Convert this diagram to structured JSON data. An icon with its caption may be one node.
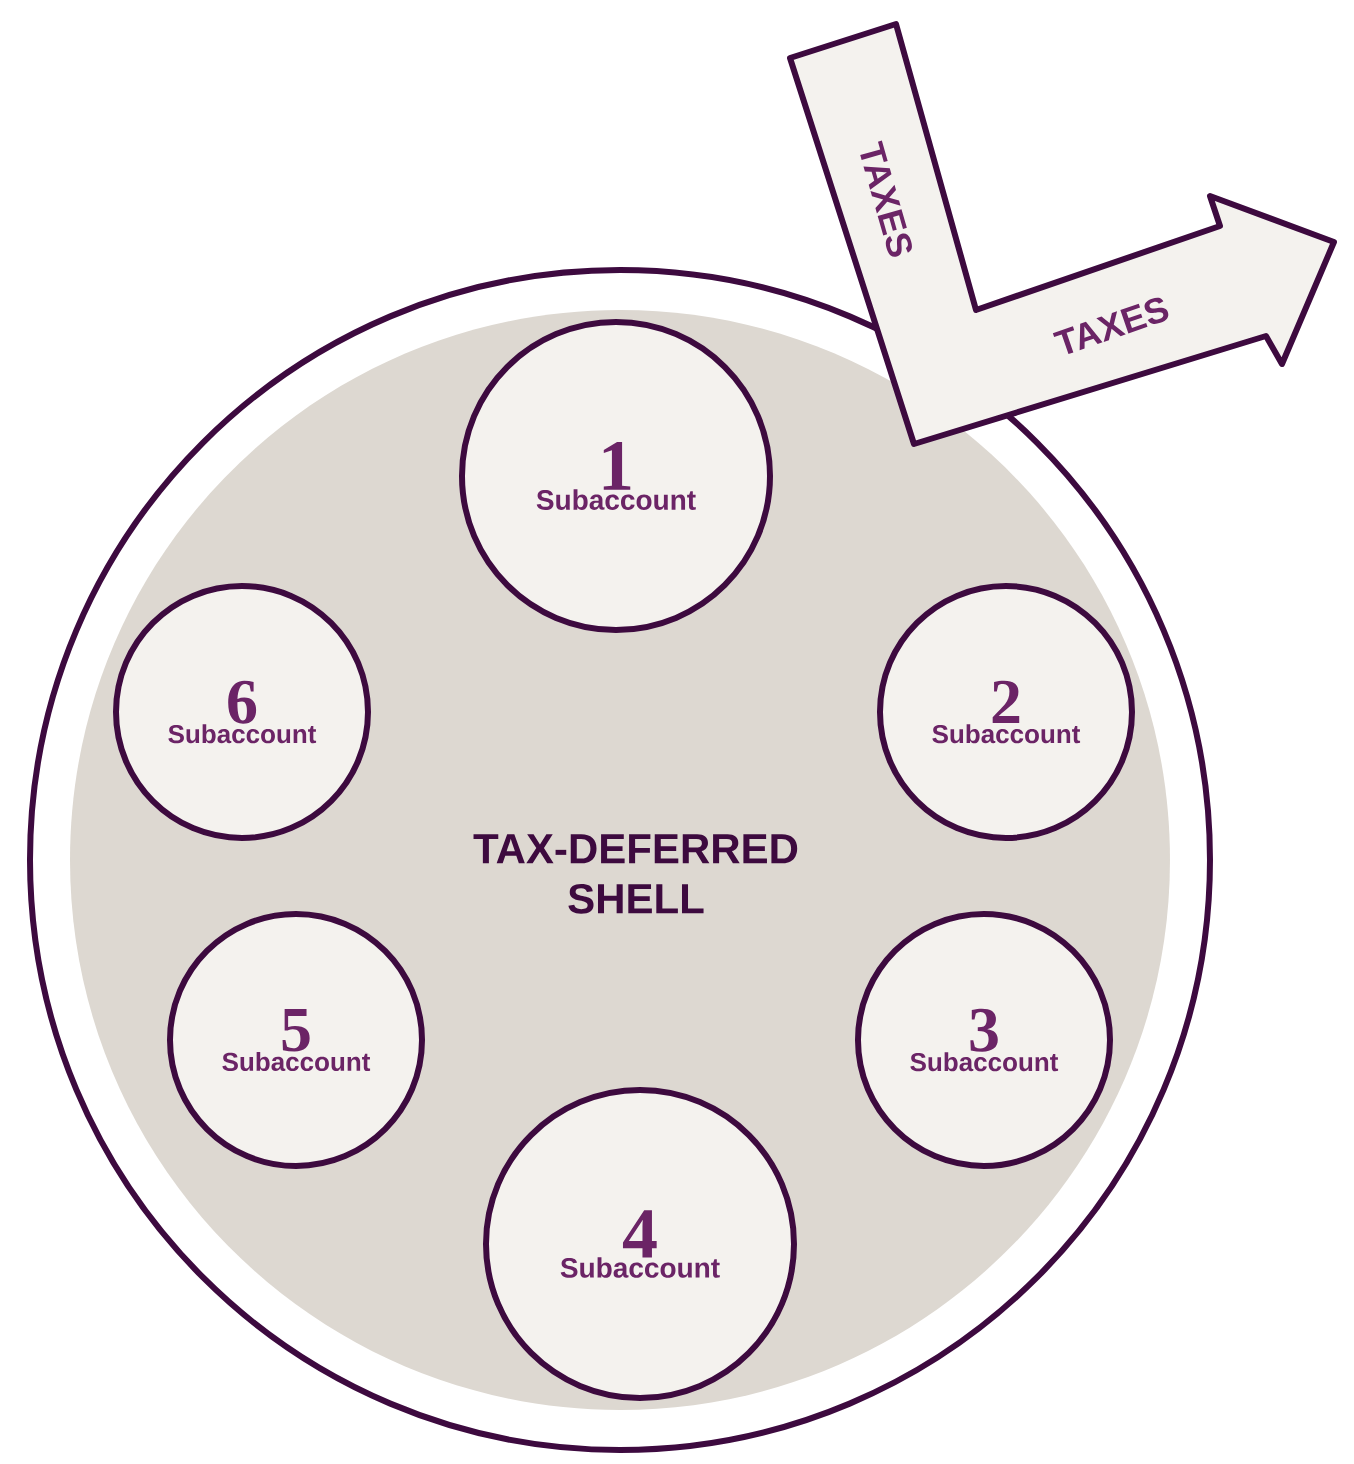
{
  "diagram": {
    "nodes": [
      {
        "text": [
          "TAX-DEFERRED SHELL"
        ]
      },
      {
        "text": [
          "1",
          "Subaccount"
        ],
        "in": 0
      },
      {
        "text": [
          "2",
          "Subaccount"
        ],
        "in": 0
      },
      {
        "text": [
          "3",
          "Subaccount"
        ],
        "in": 0
      },
      {
        "text": [
          "4",
          "Subaccount"
        ],
        "in": 0
      },
      {
        "text": [
          "5",
          "Subaccount"
        ],
        "in": 0
      },
      {
        "text": [
          "6",
          "Subaccount"
        ],
        "in": 0
      },
      {
        "text": [
          "TAXES",
          "TAXES"
        ]
      }
    ]
  }
}
